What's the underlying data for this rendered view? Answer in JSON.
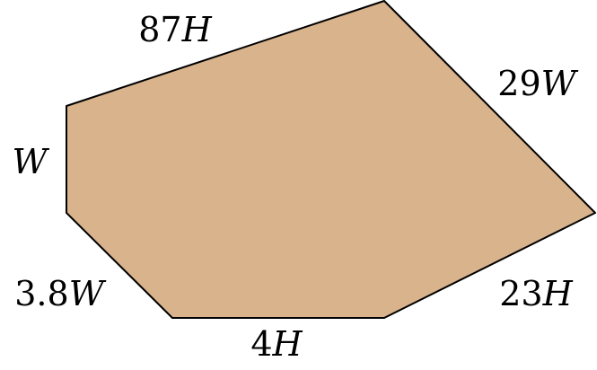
{
  "diagram": {
    "shape_fill": "#D9B38C",
    "stroke_color": "#000000",
    "labels": {
      "top": {
        "coef": "87",
        "var": "H"
      },
      "upper_right": {
        "coef": "29",
        "var": "W"
      },
      "left": {
        "coef": "",
        "var": "W"
      },
      "lower_left": {
        "coef": "3.8",
        "var": "W"
      },
      "bottom": {
        "coef": "4",
        "var": "H"
      },
      "lower_right": {
        "coef": "23",
        "var": "H"
      }
    }
  }
}
